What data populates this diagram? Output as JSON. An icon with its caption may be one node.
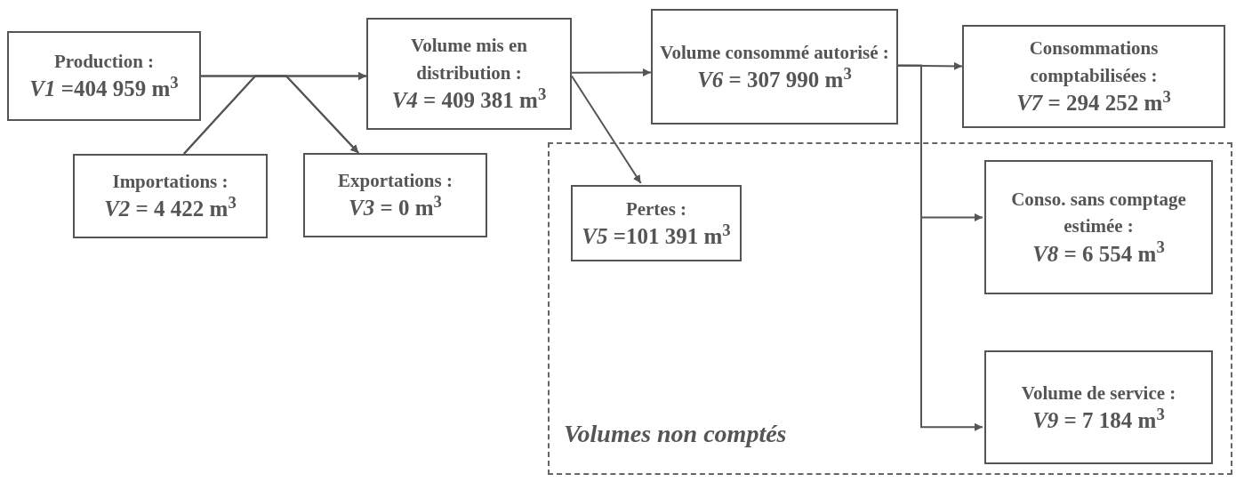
{
  "diagram": {
    "nodes": [
      {
        "text": [
          "Production :",
          "*V1* =404 959 m$^{3}$"
        ]
      },
      {
        "text": [
          "Importations :",
          "*V2* = 4 422 m$^{3}$"
        ]
      },
      {
        "text": [
          "Exportations :",
          "*V3* = 0 m$^{3}$"
        ]
      },
      {
        "text": [
          "Volume mis en distribution :",
          "*V4* = 409 381 m$^{3}$"
        ]
      },
      {
        "text": [
          "Volume consommé autorisé :",
          "*V6* = 307 990 m$^{3}$"
        ]
      },
      {
        "text": [
          "Consommations comptabilisées :",
          "*V7* = 294 252 m$^{3}$"
        ]
      },
      {
        "text": [
          "Volumes non comptés"
        ]
      },
      {
        "text": [
          "Pertes :",
          "*V5* =101 391 m$^{3}$"
        ],
        "in": 6
      },
      {
        "text": [
          "Conso. sans comptage estimée :",
          "*V8* = 6 554 m$^{3}$"
        ],
        "in": 6
      },
      {
        "text": [
          "Volume de service :",
          "*V9* = 7 184 m$^{3}$"
        ],
        "in": 6
      }
    ],
    "edges": [
      {
        "from": 0,
        "to": 3,
        "arrow": "to"
      },
      {
        "from": 0,
        "to": 2,
        "arrow": "to"
      },
      {
        "from": 1,
        "to": 3,
        "arrow": "to"
      },
      {
        "from": 1,
        "to": 2,
        "arrow": "to"
      },
      {
        "from": 3,
        "to": 4,
        "arrow": "to"
      },
      {
        "from": 3,
        "to": 7,
        "arrow": "to"
      },
      {
        "from": 4,
        "to": 5,
        "arrow": "to"
      },
      {
        "from": 4,
        "to": 8,
        "arrow": "to"
      },
      {
        "from": 4,
        "to": 9,
        "arrow": "to"
      }
    ]
  }
}
